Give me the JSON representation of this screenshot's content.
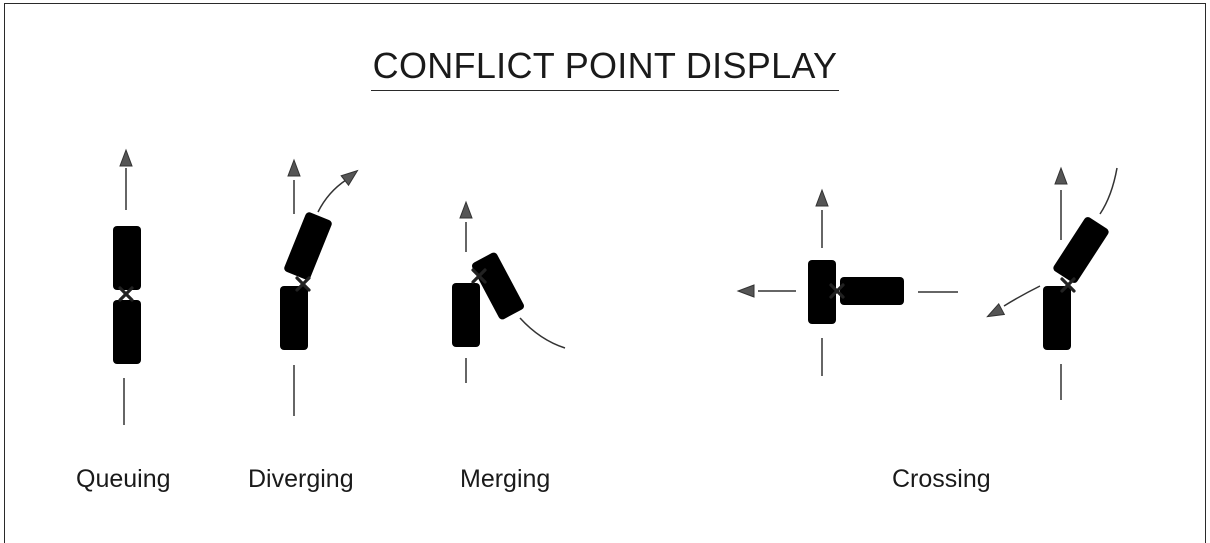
{
  "title": "CONFLICT POINT DISPLAY",
  "labels": {
    "queuing": "Queuing",
    "diverging": "Diverging",
    "merging": "Merging",
    "crossing": "Crossing"
  },
  "colors": {
    "line": "#333333",
    "arrowhead": "#555555",
    "conflict_mark": "#222222"
  },
  "icons": {
    "conflict_point": "x-mark",
    "vehicle": "car-top-view",
    "direction": "arrow"
  }
}
